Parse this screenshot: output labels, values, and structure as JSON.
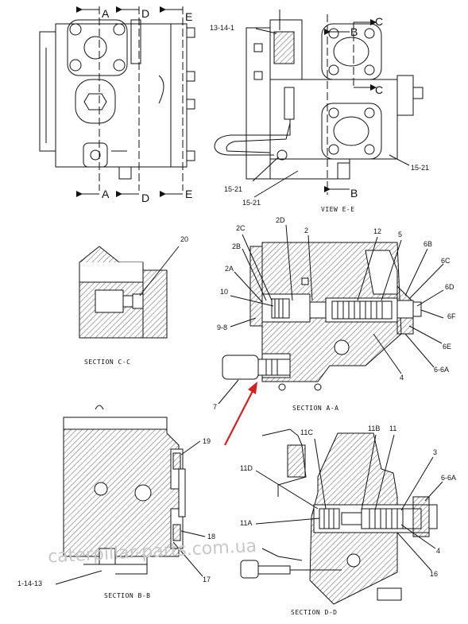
{
  "watermark": "caterpillar-parts.com.ua",
  "section_letters": {
    "a": "A",
    "b": "B",
    "c": "C",
    "d": "D",
    "e": "E"
  },
  "top_left_view": {
    "labels": [
      "A",
      "D",
      "E",
      "A",
      "D",
      "E"
    ]
  },
  "view_ee": {
    "title": "VIEW E-E",
    "labels": [
      "13-14-1",
      "15-21",
      "15-21",
      "15-21"
    ],
    "cut_letters": [
      "C",
      "B",
      "C",
      "B"
    ]
  },
  "section_cc": {
    "title": "SECTION C-C",
    "labels": [
      "20"
    ]
  },
  "section_aa": {
    "title": "SECTION A-A",
    "labels": [
      "2C",
      "2D",
      "2",
      "12",
      "5",
      "6B",
      "2B",
      "6C",
      "2A",
      "6D",
      "10",
      "6F",
      "9-8",
      "6E",
      "6-6A",
      "4",
      "7"
    ]
  },
  "section_bb": {
    "title": "SECTION B-B",
    "labels": [
      "19",
      "18",
      "17",
      "1-14-13"
    ]
  },
  "section_dd": {
    "title": "SECTION D-D",
    "labels": [
      "11C",
      "11B",
      "11",
      "3",
      "11D",
      "6-6A",
      "11A",
      "4",
      "16"
    ]
  }
}
